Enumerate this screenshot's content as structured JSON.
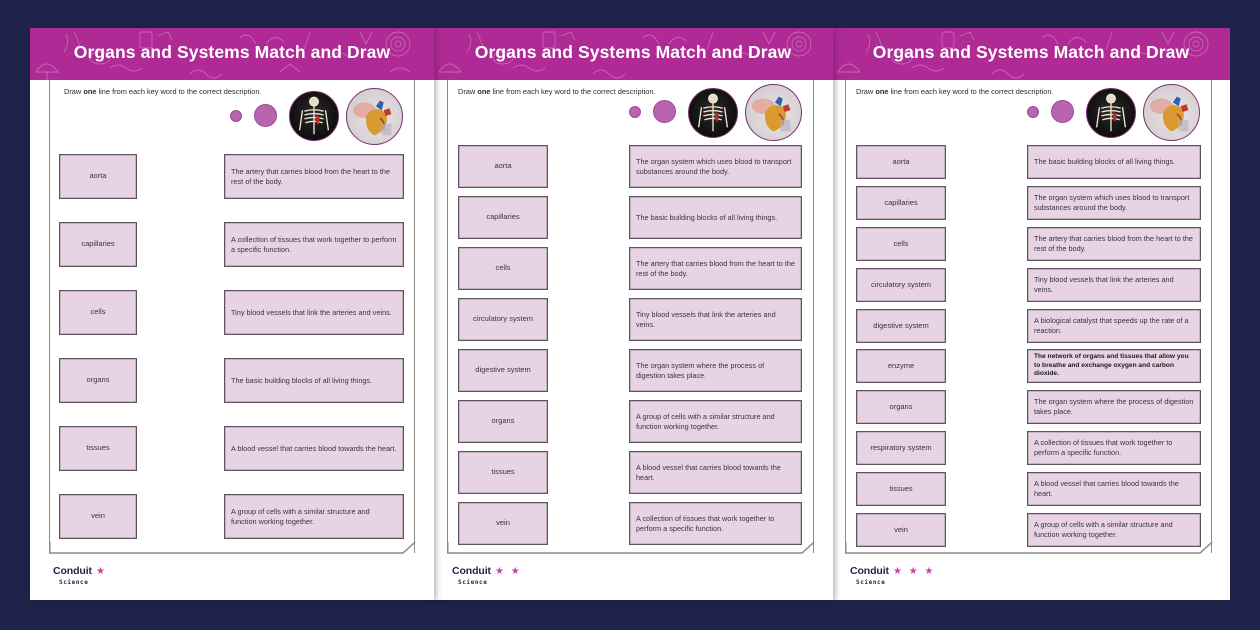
{
  "colors": {
    "background": "#1f2349",
    "banner": "#b02a96",
    "box_fill": "#e8d3e5",
    "box_border": "#5c5560",
    "dot": "#b964ae",
    "star": "#c9449e",
    "logo_text": "#1f2349"
  },
  "worksheets": [
    {
      "title": "Organs and Systems Match and Draw",
      "instruction_pre": "Draw ",
      "instruction_bold": "one",
      "instruction_post": " line from each key word to the correct description.",
      "images": [
        "skeleton-photo",
        "heart-model-photo"
      ],
      "key_words": [
        "aorta",
        "capillaries",
        "cells",
        "organs",
        "tissues",
        "vein"
      ],
      "descriptions": [
        "The artery that carries blood from the heart to the rest of the body.",
        "A collection of tissues that work together to perform a specific function.",
        "Tiny blood vessels that link the arteries and veins.",
        "The basic building blocks of all living things.",
        "A blood vessel that carries blood towards the heart.",
        "A group of cells with a similar structure and function working together."
      ],
      "logo": {
        "brand": "Conduit",
        "sub": "Science",
        "stars": "★",
        "difficulty": 1
      }
    },
    {
      "title": "Organs and Systems Match and Draw",
      "instruction_pre": "Draw ",
      "instruction_bold": "one",
      "instruction_post": " line from each key word to the correct description.",
      "images": [
        "skeleton-photo",
        "heart-model-photo"
      ],
      "key_words": [
        "aorta",
        "capillaries",
        "cells",
        "circulatory system",
        "digestive system",
        "organs",
        "tissues",
        "vein"
      ],
      "descriptions": [
        "The organ system which uses blood to transport substances around the body.",
        "The basic building blocks of all living things.",
        "The artery that carries blood from the heart to the rest of the body.",
        "Tiny blood vessels that link the arteries and veins.",
        "The organ system where the process of digestion takes place.",
        "A group of cells with a similar structure and function working together.",
        "A blood vessel that carries blood towards the heart.",
        "A collection of tissues that work together to perform a specific function."
      ],
      "logo": {
        "brand": "Conduit",
        "sub": "Science",
        "stars": "★ ★",
        "difficulty": 2
      }
    },
    {
      "title": "Organs and Systems Match and Draw",
      "instruction_pre": "Draw ",
      "instruction_bold": "one",
      "instruction_post": " line from each key word to the correct description.",
      "images": [
        "skeleton-photo",
        "heart-model-photo"
      ],
      "key_words": [
        "aorta",
        "capillaries",
        "cells",
        "circulatory system",
        "digestive system",
        "enzyme",
        "organs",
        "respiratory system",
        "tissues",
        "vein"
      ],
      "descriptions": [
        "The basic building blocks of all living things.",
        "The organ system which uses blood to transport substances around the body.",
        "The artery that carries blood from the heart to the rest of the body.",
        "Tiny blood vessels that link the arteries and veins.",
        "A biological catalyst that speeds up the rate of a reaction.",
        "The network of organs and tissues that allow you to breathe and exchange oxygen and carbon dioxide.",
        "The organ system where the process of digestion takes place.",
        "A collection of tissues that work together to perform a specific function.",
        "A blood vessel that carries blood towards the heart.",
        "A group of cells with a similar structure and function working together."
      ],
      "logo": {
        "brand": "Conduit",
        "sub": "Science",
        "stars": "★ ★ ★",
        "difficulty": 3
      }
    }
  ]
}
